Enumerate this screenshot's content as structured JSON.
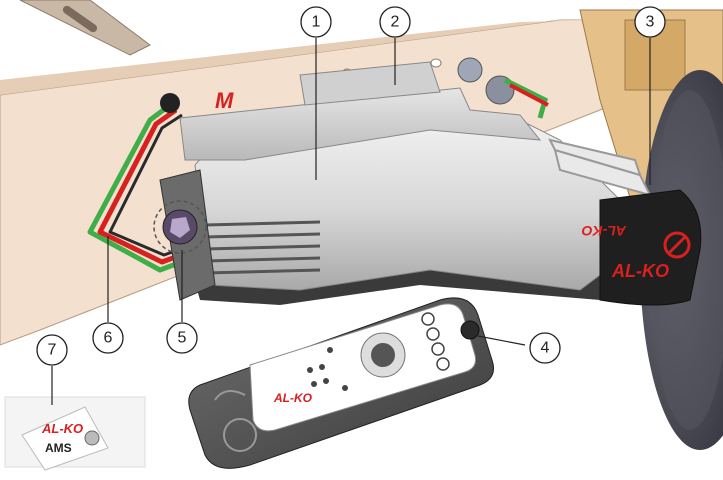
{
  "figure": {
    "callouts": [
      {
        "number": "1",
        "part": "Motor unit housing"
      },
      {
        "number": "2",
        "part": "Control box"
      },
      {
        "number": "3",
        "part": "Drive roller"
      },
      {
        "number": "4",
        "part": "Remote control"
      },
      {
        "number": "5",
        "part": "Connection terminal"
      },
      {
        "number": "6",
        "part": "Cables"
      },
      {
        "number": "7",
        "part": "AMS badge"
      }
    ],
    "motor_brand_text": "AL-KO",
    "motor_marking": "M",
    "badge": {
      "brand": "AL-KO",
      "label": "AMS"
    },
    "remote": {
      "brand": "AL-KO"
    },
    "colors": {
      "chassis": "#f3e0cf",
      "housing": "#d9d9d9",
      "housing_dark": "#2a2a2a",
      "accent_red": "#d8201f",
      "cable_green": "#3fae49",
      "cable_red": "#d8201f",
      "tyre": "#4a4a55"
    }
  }
}
